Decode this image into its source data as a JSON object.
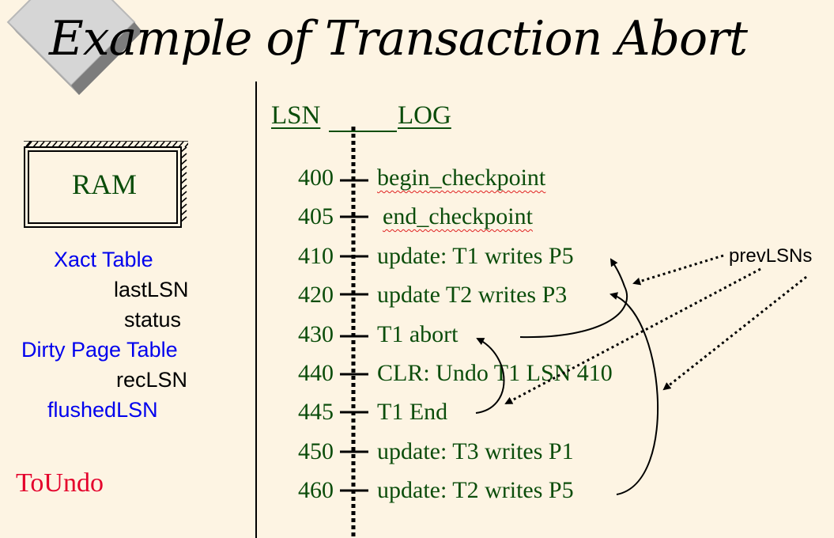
{
  "title": "Example of Transaction Abort",
  "ram": {
    "label": "RAM"
  },
  "legend": {
    "xact_table": "Xact Table",
    "last_lsn": "lastLSN",
    "status": "status",
    "dirty_page_table": "Dirty Page Table",
    "rec_lsn": "recLSN",
    "flushed_lsn": "flushedLSN",
    "to_undo": "ToUndo"
  },
  "headers": {
    "lsn": "LSN",
    "log": "LOG"
  },
  "entries": [
    {
      "lsn": "400",
      "text": "begin_checkpoint"
    },
    {
      "lsn": "405",
      "text": "end_checkpoint"
    },
    {
      "lsn": "410",
      "text": "update: T1 writes P5"
    },
    {
      "lsn": "420",
      "text": "update T2 writes P3"
    },
    {
      "lsn": "430",
      "text": "T1 abort"
    },
    {
      "lsn": "440",
      "text": "CLR: Undo T1 LSN 410"
    },
    {
      "lsn": "445",
      "text": "T1 End"
    },
    {
      "lsn": "450",
      "text": "update: T3 writes P1"
    },
    {
      "lsn": "460",
      "text": "update: T2 writes P5"
    }
  ],
  "annotation": {
    "prev_lsns": "prevLSNs"
  },
  "colors": {
    "background": "#fdf4e3",
    "log_green": "#0b4d0b",
    "table_blue": "#0000ee",
    "to_undo_red": "#e4002b"
  }
}
